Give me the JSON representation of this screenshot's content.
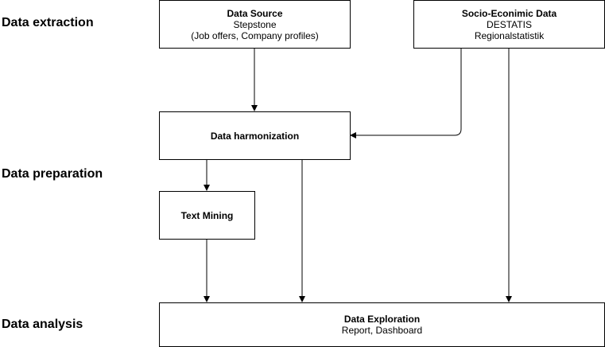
{
  "stages": {
    "extraction": "Data extraction",
    "preparation": "Data preparation",
    "analysis": "Data analysis"
  },
  "nodes": {
    "data_source": {
      "title": "Data Source",
      "line1": "Stepstone",
      "line2": "(Job offers, Company profiles)"
    },
    "socio_economic": {
      "title": "Socio-Econimic Data",
      "line1": "DESTATIS",
      "line2": "Regionalstatistik"
    },
    "harmonization": {
      "title": "Data harmonization"
    },
    "text_mining": {
      "title": "Text Mining"
    },
    "exploration": {
      "title": "Data Exploration",
      "line1": "Report, Dashboard"
    }
  },
  "colors": {
    "stroke": "#000000",
    "fill": "#ffffff"
  }
}
